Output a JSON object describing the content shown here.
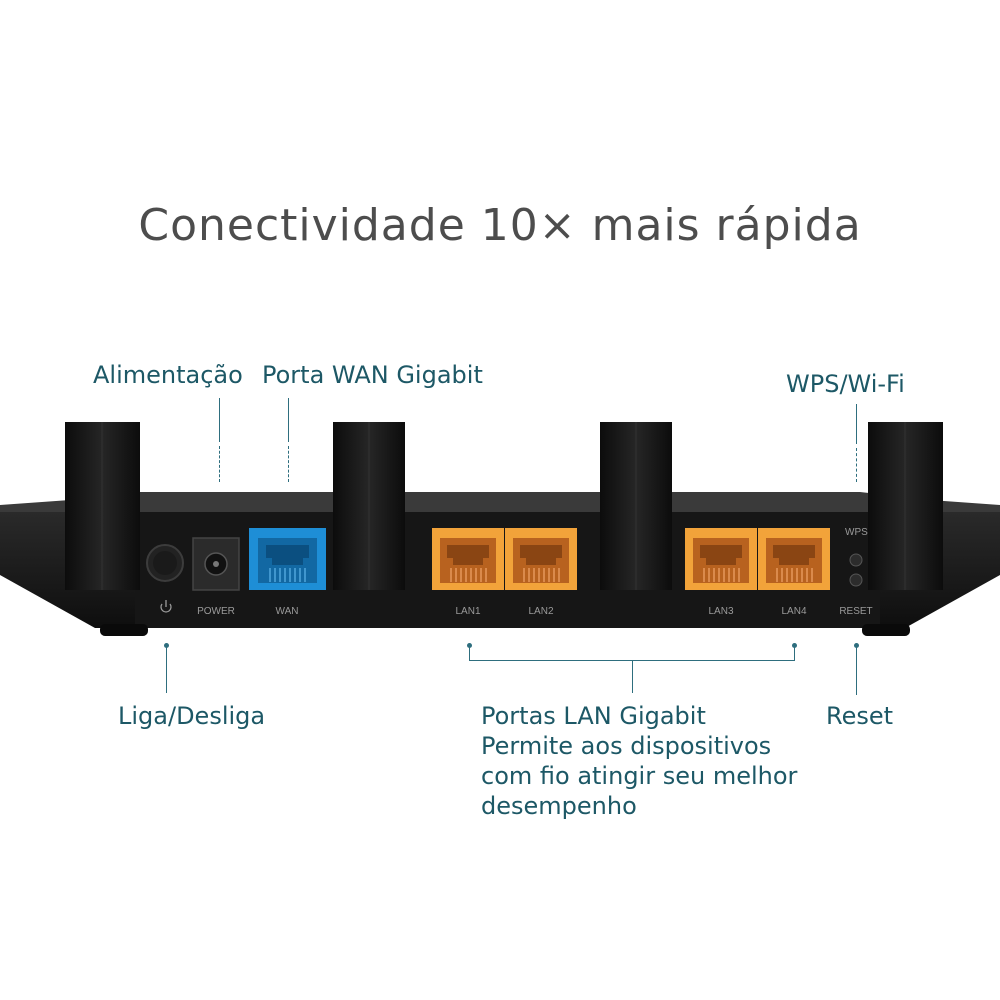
{
  "title": "Conectividade 10× mais rápida",
  "callouts": {
    "power": "Alimentação",
    "wan": "Porta WAN Gigabit",
    "wps": "WPS/Wi-Fi",
    "onoff": "Liga/Desliga",
    "lan_lines": [
      "Portas LAN Gigabit",
      "Permite aos dispositivos",
      "com fio atingir seu melhor",
      "desempenho"
    ],
    "reset": "Reset"
  },
  "ports": {
    "power": "POWER",
    "wan": "WAN",
    "lan1": "LAN1",
    "lan2": "LAN2",
    "lan3": "LAN3",
    "lan4": "LAN4",
    "reset": "RESET",
    "wps": "WPS"
  },
  "colors": {
    "wan_port": "#1e8ed6",
    "lan_port": "#f2a33a",
    "router_body": "#1b1b1b",
    "label": "#1d5866"
  }
}
